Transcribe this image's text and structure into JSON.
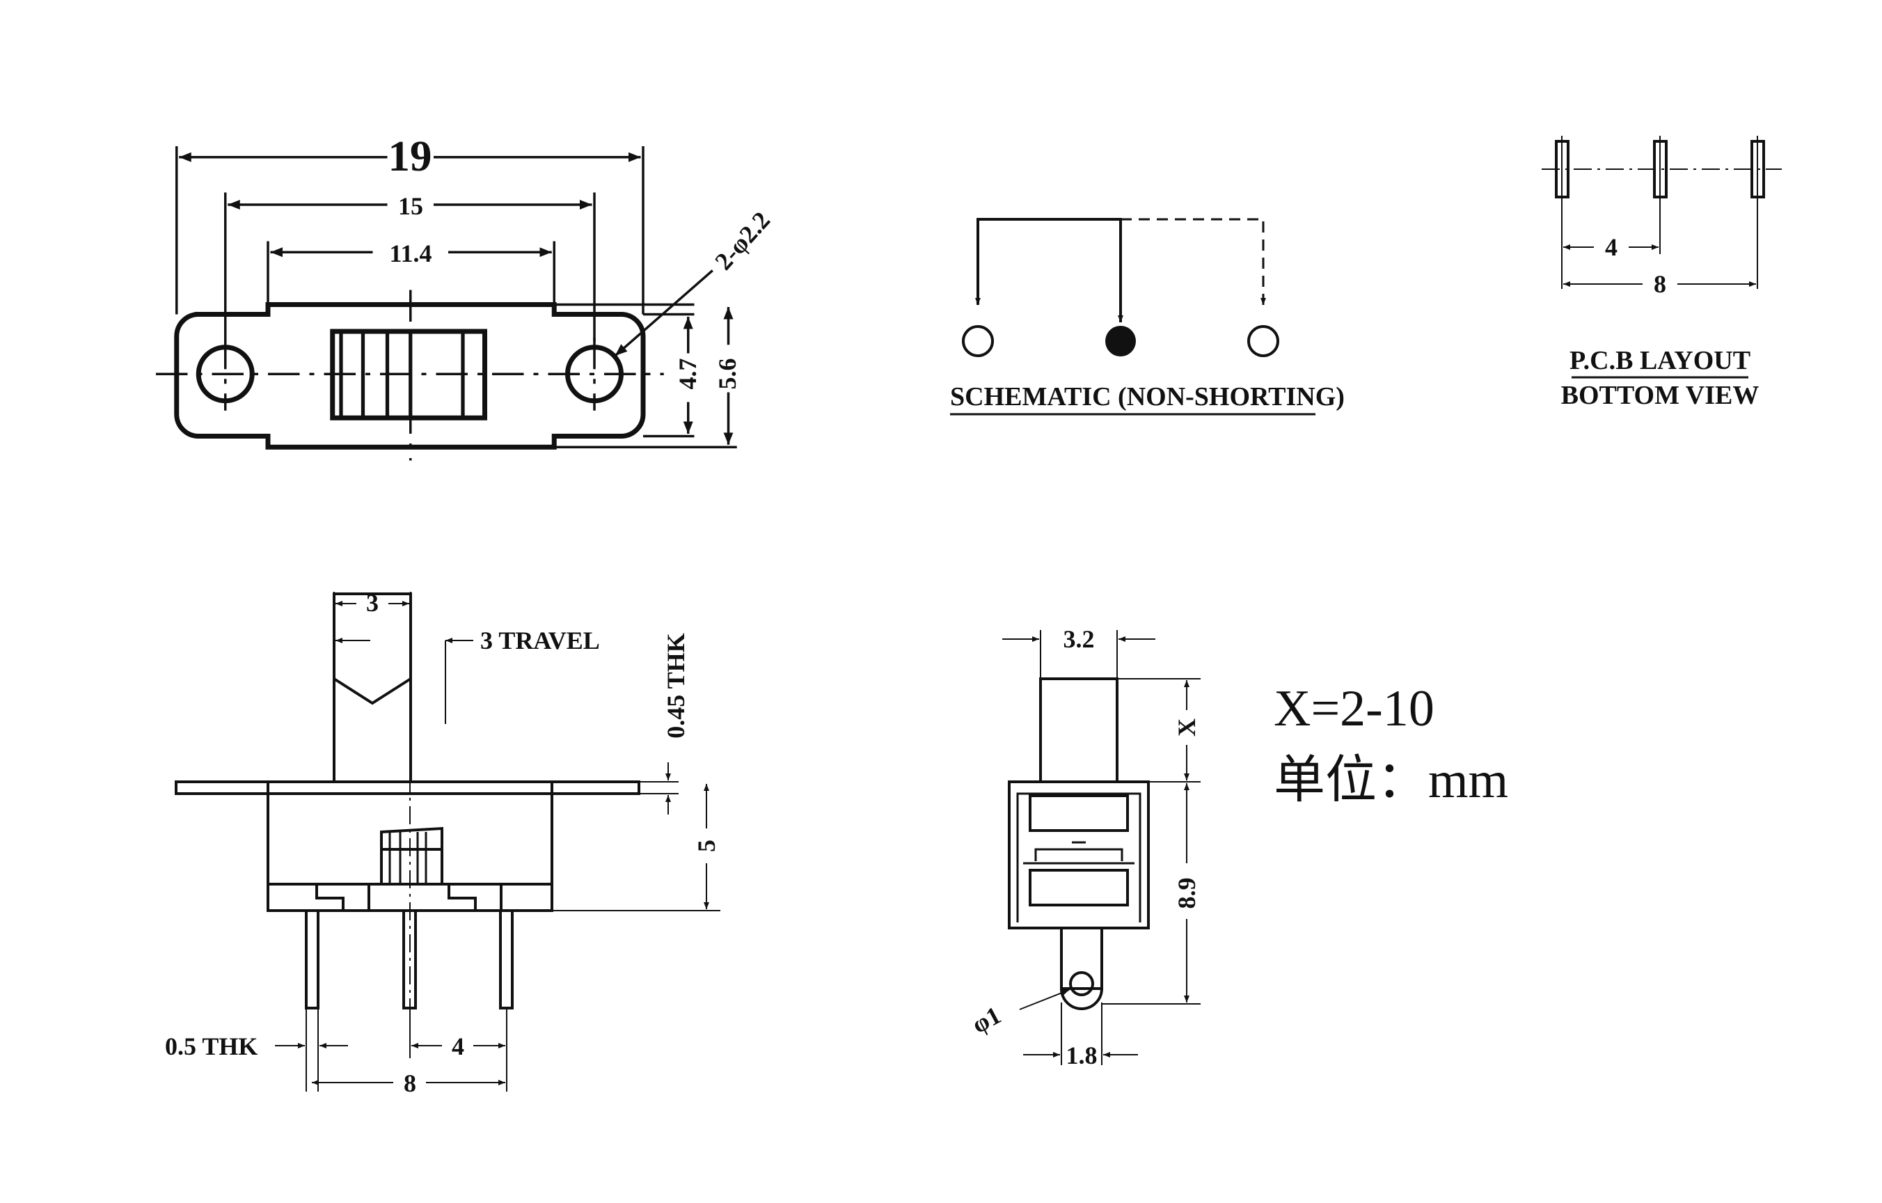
{
  "top_view": {
    "dim_19": "19",
    "dim_15": "15",
    "dim_11_4": "11.4",
    "dim_hole": "2-φ2.2",
    "dim_4_7": "4.7",
    "dim_5_6": "5.6"
  },
  "schematic": {
    "title": "SCHEMATIC (NON-SHORTING)"
  },
  "pcb": {
    "dim_4": "4",
    "dim_8": "8",
    "title_line1": "P.C.B LAYOUT",
    "title_line2": "BOTTOM VIEW"
  },
  "side_view": {
    "dim_3": "3",
    "dim_travel": "3 TRAVEL",
    "dim_thk_045": "0.45 THK",
    "dim_5": "5",
    "dim_thk_05": "0.5 THK",
    "dim_4": "4",
    "dim_8": "8"
  },
  "end_view": {
    "dim_3_2": "3.2",
    "dim_x": "X",
    "dim_8_9": "8.9",
    "dim_phi1": "φ1",
    "dim_1_8": "1.8"
  },
  "notes": {
    "x_range": "X=2-10",
    "unit": "单位：mm"
  }
}
